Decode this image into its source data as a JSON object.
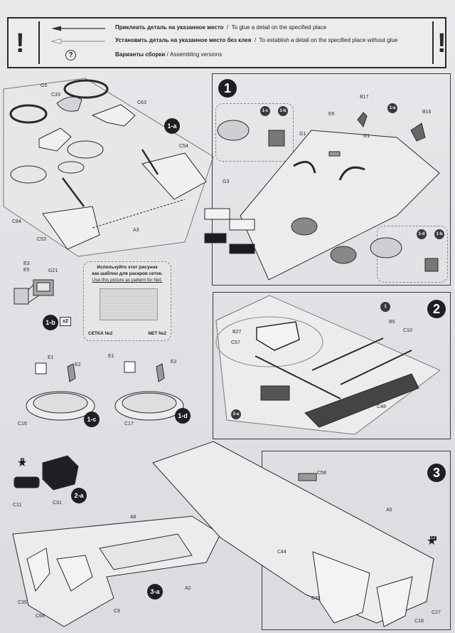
{
  "legend": {
    "glue": {
      "ru": "Приклеить деталь на указанное место",
      "sep": "/",
      "en": "To glue a detail on the specified place"
    },
    "no_glue": {
      "ru": "Установить деталь на указанное место без клея",
      "sep": "/",
      "en": "To establish a detail on the specified place without glue"
    },
    "versions": {
      "ru": "Варианты сборки",
      "sep": "/",
      "en": "Assembling versions"
    },
    "warning_symbol": "!",
    "question_symbol": "?"
  },
  "steps": {
    "s1": {
      "badge": "1",
      "labels": [
        "B17",
        "E6",
        "B16",
        "G1",
        "G1",
        "G3"
      ],
      "callouts": [
        "1-a",
        "1-c",
        "1-b",
        "1-d",
        "1-b"
      ]
    },
    "s1a": {
      "badge": "1-a",
      "labels": [
        "G5",
        "C33",
        "C63",
        "C54",
        "C84",
        "C53",
        "A3"
      ]
    },
    "s1b": {
      "badge": "1-b",
      "multiplier": "x2",
      "labels": [
        "E3",
        "E5",
        "G21"
      ]
    },
    "s1c": {
      "badge": "1-c",
      "labels": [
        "E1",
        "E2",
        "C16"
      ]
    },
    "s1d": {
      "badge": "1-d",
      "labels": [
        "E1",
        "E2",
        "C17"
      ]
    },
    "s2": {
      "badge": "2",
      "callouts": [
        "1",
        "2-a"
      ],
      "labels": [
        "B27",
        "C57",
        "B5",
        "C10",
        "C48"
      ]
    },
    "s2a": {
      "badge": "2-a",
      "star": "8",
      "labels": [
        "C11",
        "C31"
      ]
    },
    "s3": {
      "badge": "3",
      "star": "12",
      "labels": [
        "C58",
        "A5",
        "C44",
        "B40",
        "C18",
        "C27"
      ]
    },
    "s3a": {
      "badge": "3-a",
      "labels": [
        "A6",
        "C35",
        "C68",
        "C9",
        "A2"
      ]
    }
  },
  "net_pattern": {
    "ru_line1": "Используйте этот рисунок",
    "ru_line2": "как шаблон для раскроя сеток.",
    "en": "Use this picture as pattern for Net.",
    "ru_label": "СЕТКА №2",
    "en_label": "NET №2"
  }
}
